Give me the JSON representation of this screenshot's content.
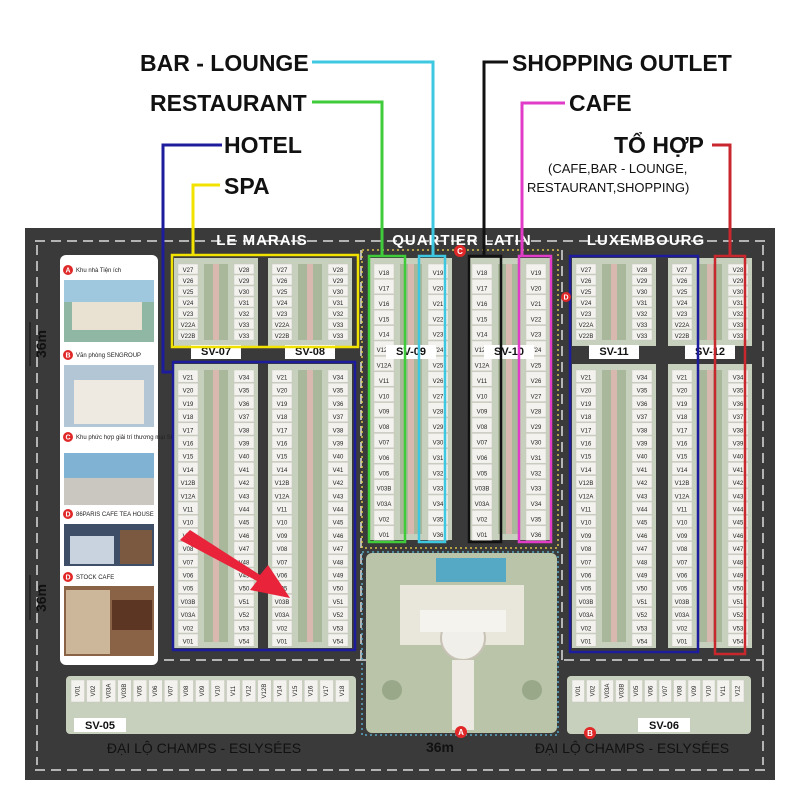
{
  "callouts": {
    "bar_lounge": "BAR - LOUNGE",
    "restaurant": "RESTAURANT",
    "hotel": "HOTEL",
    "spa": "SPA",
    "shopping_outlet": "SHOPPING OUTLET",
    "cafe": "CAFE",
    "to_hop": "TỔ HỢP",
    "to_hop_note_1": "(CAFE,BAR - LOUNGE,",
    "to_hop_note_2": "RESTAURANT,SHOPPING)"
  },
  "streets": {
    "le_marais": "LE MARAIS",
    "quartier_latin": "QUARTIER LATIN",
    "luxembourg": "LUXEMBOURG",
    "champs_left": "ĐẠI LỘ CHAMPS - ESLYSÉES",
    "champs_right": "ĐẠI LỘ CHAMPS - ESLYSÉES"
  },
  "dimensions": {
    "left_top": "36m",
    "left_bottom": "36m",
    "bottom": "36m"
  },
  "blocks": {
    "sv07": "SV-07",
    "sv08": "SV-08",
    "sv09": "SV-09",
    "sv10": "SV-10",
    "sv11": "SV-11",
    "sv12": "SV-12",
    "sv05": "SV-05",
    "sv06": "SV-06"
  },
  "markers": {
    "a": "A",
    "b": "B",
    "c": "C",
    "d": "D"
  },
  "legend": [
    {
      "badge": "A",
      "text": "Khu nhà Tiện ích"
    },
    {
      "badge": "B",
      "text": "Văn phòng SENGROUP"
    },
    {
      "badge": "C",
      "text": "Khu phức hợp giải trí thương mại SENCOM"
    },
    {
      "badge": "D",
      "text": "86PARIS CAFE TEA HOUSE"
    },
    {
      "badge": "D",
      "text": "STOCK CAFE"
    }
  ],
  "unit_labels": {
    "top_left": [
      "V27",
      "V26",
      "V25",
      "V24",
      "V23",
      "V22A",
      "V22B"
    ],
    "top_right": [
      "V28",
      "V29",
      "V30",
      "V31",
      "V32",
      "V33",
      "V33"
    ],
    "mid_left": [
      "V21",
      "V20",
      "V19",
      "V18",
      "V17",
      "V16",
      "V15",
      "V14",
      "V12B",
      "V12A",
      "V11",
      "V10",
      "V09",
      "V08",
      "V07",
      "V06",
      "V05",
      "V03B",
      "V03A",
      "V02",
      "V01"
    ],
    "mid_right": [
      "V34",
      "V35",
      "V36",
      "V37",
      "V38",
      "V39",
      "V40",
      "V41",
      "V42",
      "V43",
      "V44",
      "V45",
      "V46",
      "V47",
      "V48",
      "V49",
      "V50",
      "V51",
      "V52",
      "V53",
      "V54"
    ],
    "sv09_left": [
      "V18",
      "V17",
      "V16",
      "V15",
      "V14",
      "V12B",
      "V12A",
      "V11",
      "V10",
      "V09",
      "V08",
      "V07",
      "V06",
      "V05",
      "V03B",
      "V03A",
      "V02",
      "V01"
    ],
    "sv09_right": [
      "V19",
      "V20",
      "V21",
      "V22",
      "V23",
      "V24",
      "V25",
      "V26",
      "V27",
      "V28",
      "V29",
      "V30",
      "V31",
      "V32",
      "V33",
      "V34",
      "V35",
      "V36"
    ],
    "sv05": [
      "V01",
      "V02",
      "V03A",
      "V03B",
      "V05",
      "V06",
      "V07",
      "V08",
      "V09",
      "V10",
      "V11",
      "V12",
      "V12B",
      "V14",
      "V15",
      "V16",
      "V17",
      "V18"
    ],
    "sv06": [
      "V01",
      "V02",
      "V03A",
      "V03B",
      "V05",
      "V06",
      "V07",
      "V08",
      "V09",
      "V10",
      "V11",
      "V12"
    ]
  },
  "colors": {
    "road": "#3a3a3a",
    "bar_lounge": "#3ec7e0",
    "restaurant": "#3fcb3a",
    "hotel": "#1c1c9c",
    "spa": "#f2e200",
    "shopping_outlet": "#111111",
    "cafe": "#e03cc8",
    "to_hop": "#c8282d",
    "arrow": "#e8233a"
  }
}
